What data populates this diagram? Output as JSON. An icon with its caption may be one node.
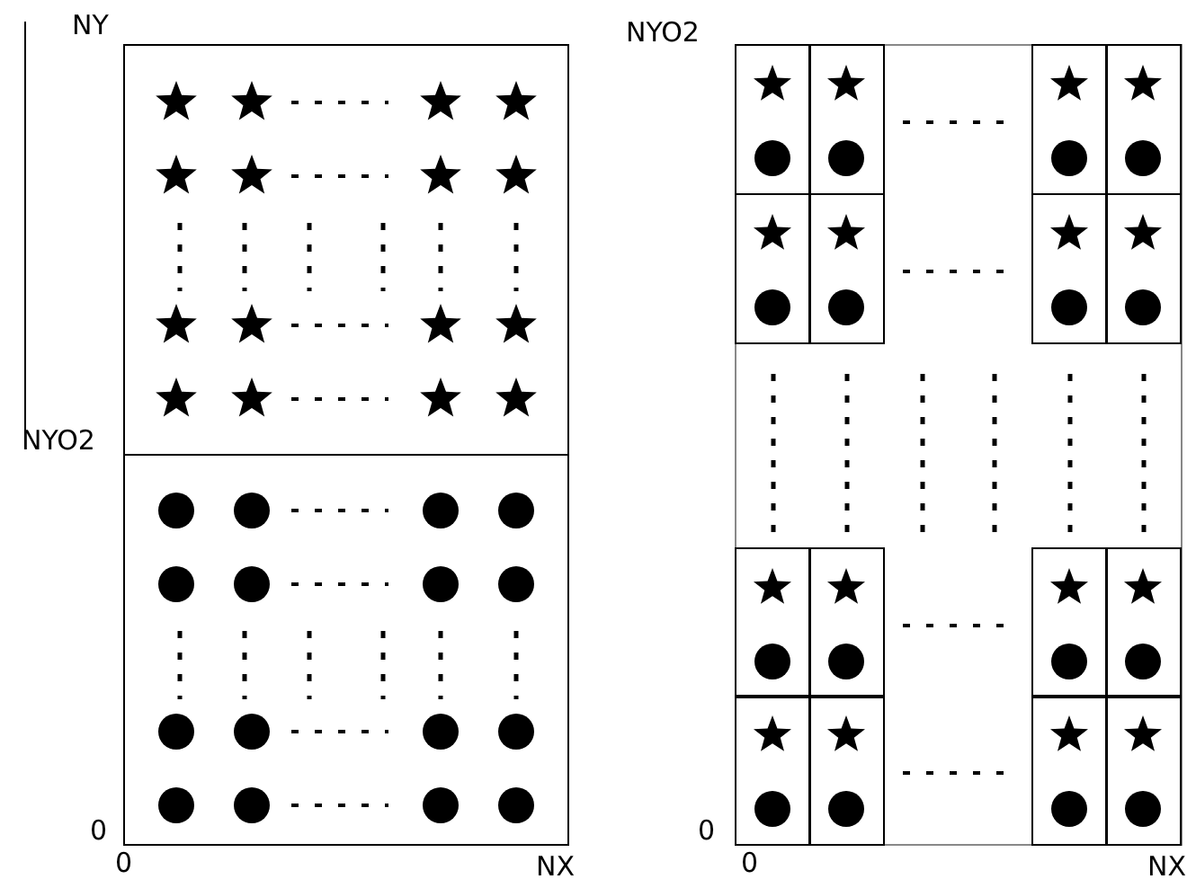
{
  "diagram": {
    "labels": [
      "NY",
      "NYO2",
      "NYO2",
      "0",
      "0",
      "0",
      "NX",
      "0",
      "NX"
    ]
  }
}
